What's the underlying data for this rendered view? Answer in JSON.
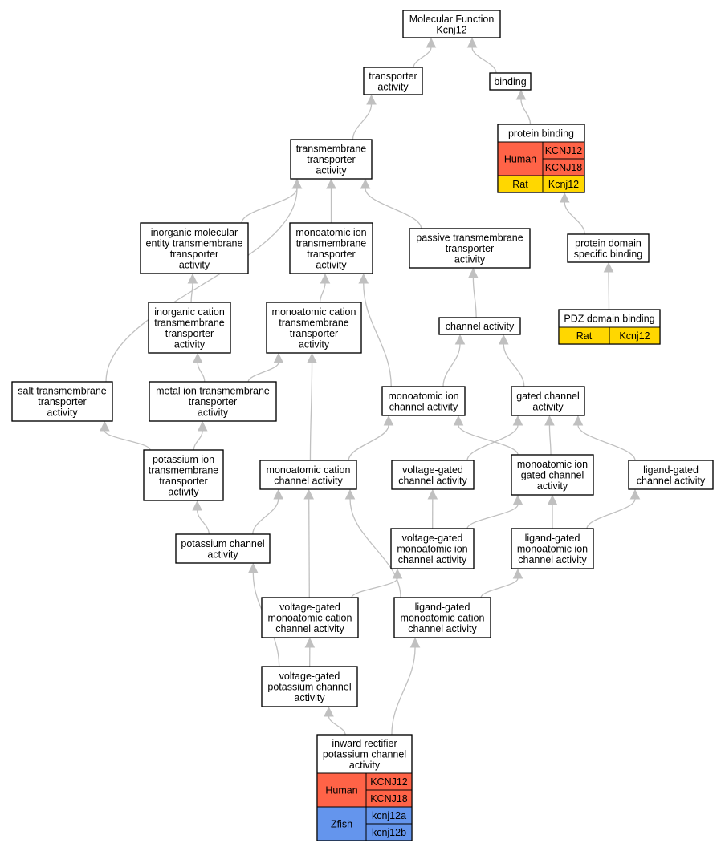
{
  "colors": {
    "human": "#ff6347",
    "rat": "#ffd700",
    "zfish": "#6495ed",
    "edge": "#c0c0c0"
  },
  "nodes": {
    "root": [
      "Molecular Function",
      "Kcnj12"
    ],
    "transporter": [
      "transporter",
      "activity"
    ],
    "binding": [
      "binding"
    ],
    "tm_transporter": [
      "transmembrane",
      "transporter",
      "activity"
    ],
    "protein_binding": [
      "protein binding"
    ],
    "inorg_molecular": [
      "inorganic molecular",
      "entity transmembrane",
      "transporter",
      "activity"
    ],
    "monoatomic_ion_tm": [
      "monoatomic ion",
      "transmembrane",
      "transporter",
      "activity"
    ],
    "passive_tm": [
      "passive transmembrane",
      "transporter",
      "activity"
    ],
    "protein_domain": [
      "protein domain",
      "specific binding"
    ],
    "inorg_cation": [
      "inorganic cation",
      "transmembrane",
      "transporter",
      "activity"
    ],
    "monoatomic_cation_tm": [
      "monoatomic cation",
      "transmembrane",
      "transporter",
      "activity"
    ],
    "channel": [
      "channel activity"
    ],
    "pdz": [
      "PDZ domain binding"
    ],
    "salt_tm": [
      "salt transmembrane",
      "transporter",
      "activity"
    ],
    "metal_ion_tm": [
      "metal ion transmembrane",
      "transporter",
      "activity"
    ],
    "monoatomic_ion_channel": [
      "monoatomic ion",
      "channel activity"
    ],
    "gated_channel": [
      "gated channel",
      "activity"
    ],
    "potassium_ion_tm": [
      "potassium ion",
      "transmembrane",
      "transporter",
      "activity"
    ],
    "monoatomic_cation_channel": [
      "monoatomic cation",
      "channel activity"
    ],
    "voltage_gated_channel": [
      "voltage-gated",
      "channel activity"
    ],
    "monoatomic_ion_gated": [
      "monoatomic ion",
      "gated channel",
      "activity"
    ],
    "ligand_gated_channel": [
      "ligand-gated",
      "channel activity"
    ],
    "potassium_channel": [
      "potassium channel",
      "activity"
    ],
    "vg_monoatomic_ion": [
      "voltage-gated",
      "monoatomic ion",
      "channel activity"
    ],
    "lg_monoatomic_ion": [
      "ligand-gated",
      "monoatomic ion",
      "channel activity"
    ],
    "vg_monoatomic_cation": [
      "voltage-gated",
      "monoatomic cation",
      "channel activity"
    ],
    "lg_monoatomic_cation": [
      "ligand-gated",
      "monoatomic cation",
      "channel activity"
    ],
    "vg_potassium": [
      "voltage-gated",
      "potassium channel",
      "activity"
    ],
    "inward_rectifier": [
      "inward rectifier",
      "potassium channel",
      "activity"
    ]
  },
  "annotations": {
    "protein_binding": [
      {
        "species": "Human",
        "genes": [
          "KCNJ12",
          "KCNJ18"
        ]
      },
      {
        "species": "Rat",
        "genes": [
          "Kcnj12"
        ]
      }
    ],
    "pdz": [
      {
        "species": "Rat",
        "genes": [
          "Kcnj12"
        ]
      }
    ],
    "inward_rectifier": [
      {
        "species": "Human",
        "genes": [
          "KCNJ12",
          "KCNJ18"
        ]
      },
      {
        "species": "Zfish",
        "genes": [
          "kcnj12a",
          "kcnj12b"
        ]
      }
    ]
  },
  "edges": [
    [
      "transporter",
      "root"
    ],
    [
      "binding",
      "root"
    ],
    [
      "tm_transporter",
      "transporter"
    ],
    [
      "protein_binding",
      "binding"
    ],
    [
      "inorg_molecular",
      "tm_transporter"
    ],
    [
      "monoatomic_ion_tm",
      "tm_transporter"
    ],
    [
      "passive_tm",
      "tm_transporter"
    ],
    [
      "salt_tm",
      "tm_transporter"
    ],
    [
      "protein_domain",
      "protein_binding"
    ],
    [
      "pdz",
      "protein_domain"
    ],
    [
      "inorg_cation",
      "inorg_molecular"
    ],
    [
      "monoatomic_cation_tm",
      "monoatomic_ion_tm"
    ],
    [
      "channel",
      "passive_tm"
    ],
    [
      "metal_ion_tm",
      "inorg_cation"
    ],
    [
      "metal_ion_tm",
      "monoatomic_cation_tm"
    ],
    [
      "monoatomic_ion_channel",
      "monoatomic_ion_tm"
    ],
    [
      "monoatomic_ion_channel",
      "channel"
    ],
    [
      "gated_channel",
      "channel"
    ],
    [
      "potassium_ion_tm",
      "salt_tm"
    ],
    [
      "potassium_ion_tm",
      "metal_ion_tm"
    ],
    [
      "monoatomic_cation_channel",
      "monoatomic_cation_tm"
    ],
    [
      "monoatomic_cation_channel",
      "monoatomic_ion_channel"
    ],
    [
      "voltage_gated_channel",
      "gated_channel"
    ],
    [
      "monoatomic_ion_gated",
      "monoatomic_ion_channel"
    ],
    [
      "monoatomic_ion_gated",
      "gated_channel"
    ],
    [
      "ligand_gated_channel",
      "gated_channel"
    ],
    [
      "potassium_channel",
      "potassium_ion_tm"
    ],
    [
      "potassium_channel",
      "monoatomic_cation_channel"
    ],
    [
      "vg_monoatomic_ion",
      "voltage_gated_channel"
    ],
    [
      "vg_monoatomic_ion",
      "monoatomic_ion_gated"
    ],
    [
      "lg_monoatomic_ion",
      "monoatomic_ion_gated"
    ],
    [
      "lg_monoatomic_ion",
      "ligand_gated_channel"
    ],
    [
      "vg_monoatomic_cation",
      "monoatomic_cation_channel"
    ],
    [
      "vg_monoatomic_cation",
      "vg_monoatomic_ion"
    ],
    [
      "lg_monoatomic_cation",
      "monoatomic_cation_channel"
    ],
    [
      "lg_monoatomic_cation",
      "lg_monoatomic_ion"
    ],
    [
      "vg_potassium",
      "potassium_channel"
    ],
    [
      "vg_potassium",
      "vg_monoatomic_cation"
    ],
    [
      "inward_rectifier",
      "vg_potassium"
    ],
    [
      "inward_rectifier",
      "lg_monoatomic_cation"
    ]
  ]
}
